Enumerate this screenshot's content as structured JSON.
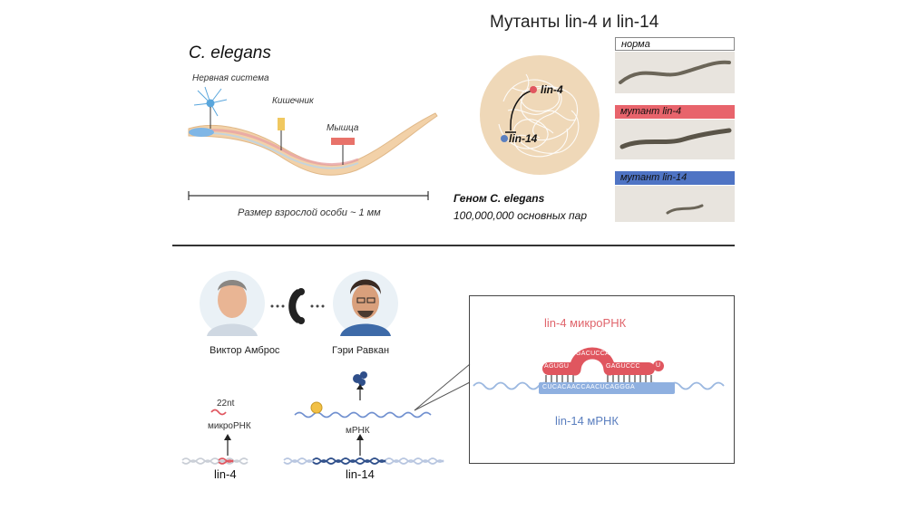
{
  "header": {
    "title": "Мутанты lin-4 и lin-14"
  },
  "worm_diagram": {
    "species": "C. elegans",
    "nervous_system": "Нервная система",
    "intestine": "Кишечник",
    "muscle": "Мышца",
    "size_label": "Размер взрослой особи ~ 1 мм"
  },
  "genome": {
    "lin4": "lin-4",
    "lin14": "lin-14",
    "title": "Геном C. elegans",
    "subtitle": "100,000,000 основных пар"
  },
  "phenotypes": [
    {
      "label": "норма",
      "bg": "#ffffff",
      "border": "#888888"
    },
    {
      "label": "мутант lin-4",
      "bg": "#e8646c",
      "border": "#e8646c"
    },
    {
      "label": "мутант lin-14",
      "bg": "#4f74c4",
      "border": "#4f74c4"
    }
  ],
  "people": {
    "ambros": "Виктор Амброс",
    "ruvkun": "Гэри Равкан"
  },
  "bottom_genes": {
    "nt": "22nt",
    "microrna": "микроРНК",
    "mrna": "мРНК",
    "lin4": "lin-4",
    "lin14": "lin-14"
  },
  "zoom": {
    "mirna_label": "lin-4 микроРНК",
    "mrna_label": "lin-14 мРНК",
    "mirna_left": "AGUGU",
    "mirna_loop": "GACUCCA",
    "mirna_right": "GAGUCCC",
    "mirna_end": "U",
    "mrna_seq": "CUCACAACCAACUCAGGGA"
  },
  "colors": {
    "red": "#e0565f",
    "blue": "#5b7fbf",
    "tan": "#efd8b8"
  }
}
